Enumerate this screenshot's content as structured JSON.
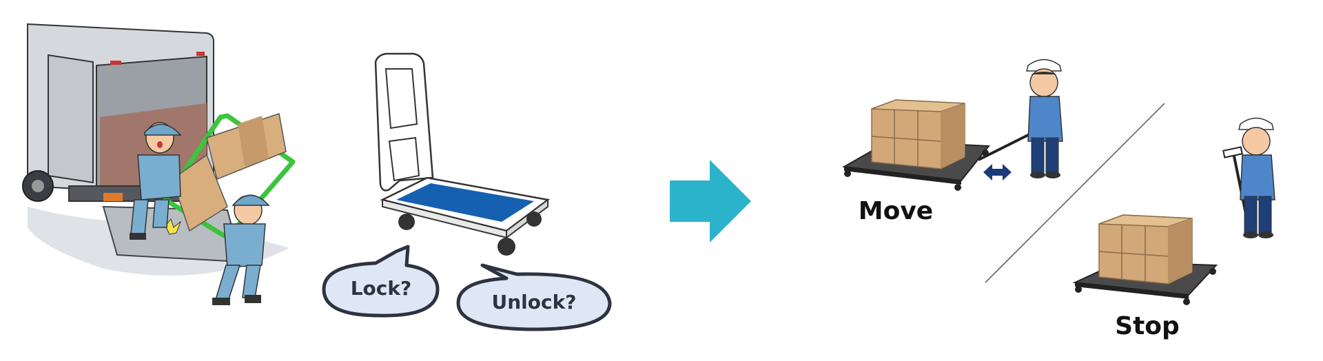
{
  "bubbles": {
    "lock": "Lock?",
    "unlock": "Unlock?"
  },
  "states": {
    "move": "Move",
    "stop": "Stop"
  },
  "colors": {
    "arrow": "#2bb3cc",
    "trolley_deck": "#1560b0",
    "bubble_fill": "#dfe7f5",
    "bubble_stroke": "#2d3340",
    "hand_truck": "#3cc43c",
    "worker_uniform": "#7aaed0",
    "box": "#d2a878",
    "dolly": "#4a4a4a"
  }
}
